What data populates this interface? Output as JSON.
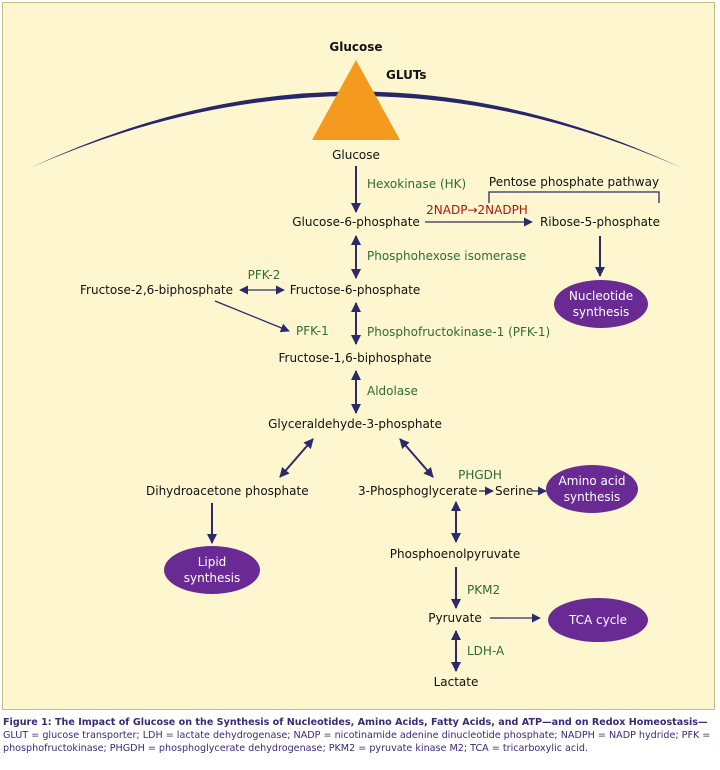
{
  "nodes": {
    "glucose_top": "Glucose",
    "gluts": "GLUTs",
    "glucose": "Glucose",
    "g6p": "Glucose-6-phosphate",
    "r5p": "Ribose-5-phosphate",
    "f26bp": "Fructose-2,6-biphosphate",
    "f6p": "Fructose-6-phosphate",
    "f16bp": "Fructose-1,6-biphosphate",
    "g3p": "Glyceraldehyde-3-phosphate",
    "dhap": "Dihydroacetone phosphate",
    "pg3": "3-Phosphoglycerate",
    "serine": "Serine",
    "pep": "Phosphoenolpyruvate",
    "pyruvate": "Pyruvate",
    "lactate": "Lactate"
  },
  "enzymes": {
    "hk": "Hexokinase (HK)",
    "ppp": "Pentose phosphate pathway",
    "nadp": "2NADP→2NADPH",
    "phi": "Phosphohexose isomerase",
    "pfk2": "PFK-2",
    "pfk1_small": "PFK-1",
    "pfk1": "Phosphofructokinase-1 (PFK-1)",
    "aldolase": "Aldolase",
    "phgdh": "PHGDH",
    "pkm2": "PKM2",
    "ldha": "LDH-A"
  },
  "outcomes": {
    "nucleotide": [
      "Nucleotide",
      "synthesis"
    ],
    "amino": [
      "Amino acid",
      "synthesis"
    ],
    "lipid": [
      "Lipid",
      "synthesis"
    ],
    "tca": [
      "TCA cycle"
    ]
  },
  "colors": {
    "panel_bg": "#fdf6cf",
    "arrow": "#2b2a6a",
    "enzyme_text": "#2e6b39",
    "nadp_text": "#b01515",
    "outcome_oval": "#6a2a94",
    "glucose_triangle": "#f39a1f",
    "caption_text": "#3a2a76"
  },
  "caption": {
    "title": "Figure 1: The Impact of Glucose on the Synthesis of Nucleotides, Amino Acids, Fatty Acids, and ATP—and on Redox Homeostasis—",
    "body": "GLUT = glucose transporter; LDH = lactate dehydrogenase; NADP = nicotinamide adenine dinucleotide phosphate; NADPH = NADP hydride; PFK = phosphofructokinase; PHGDH = phosphoglycerate dehydrogenase; PKM2 = pyruvate kinase M2; TCA = tricarboxylic acid."
  }
}
